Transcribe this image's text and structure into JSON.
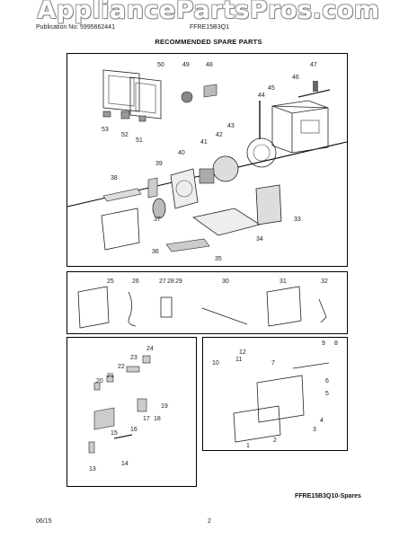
{
  "watermark": "AppliancePartsPros.com",
  "header": {
    "publication": "Publication No: 5995662441",
    "model": "FFRE15B3Q1",
    "title": "RECOMMENDED SPARE PARTS"
  },
  "panel1": {
    "labels": [
      "50",
      "49",
      "48",
      "47",
      "46",
      "45",
      "44",
      "43",
      "42",
      "41",
      "40",
      "39",
      "38",
      "37",
      "36",
      "35",
      "34",
      "33",
      "53",
      "52",
      "51"
    ]
  },
  "panel2": {
    "labels": [
      "25",
      "26",
      "27",
      "28",
      "29",
      "30",
      "31",
      "32"
    ]
  },
  "panel3": {
    "labels": [
      "24",
      "23",
      "22",
      "21",
      "20",
      "19",
      "18",
      "17",
      "16",
      "15",
      "14",
      "13"
    ]
  },
  "panel4": {
    "labels": [
      "12",
      "11",
      "10",
      "9",
      "8",
      "7",
      "6",
      "5",
      "4",
      "3",
      "2",
      "1"
    ]
  },
  "caption": "FFRE15B3Q10-Spares",
  "footer": {
    "date": "06/15",
    "page": "2"
  }
}
